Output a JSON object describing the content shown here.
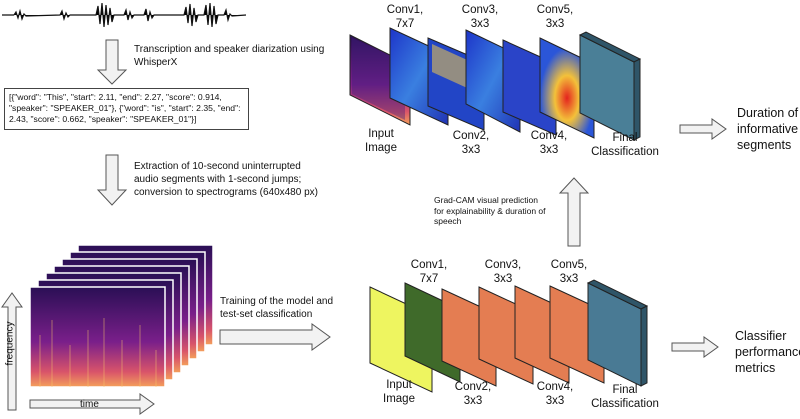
{
  "step1": {
    "text": "Transcription and speaker diarization using WhisperX"
  },
  "json_example": {
    "line1": "[{\"word\": \"This\", \"start\": 2.11, \"end\": 2.27, \"score\": 0.914,",
    "line2": "\"speaker\": \"SPEAKER_01\"}, {\"word\": \"is\", \"start\": 2.35, \"end\":",
    "line3": "2.43, \"score\": 0.662, \"speaker\": \"SPEAKER_01\"}]"
  },
  "step2": {
    "line1": "Extraction of 10-second uninterrupted",
    "line2": "audio segments with 1-second jumps;",
    "line3": "conversion to spectrograms (640x480 px)"
  },
  "spectrogram_axes": {
    "y": "frequency",
    "x": "time"
  },
  "step3": {
    "line1": "Training of the model and",
    "line2": "test-set classification"
  },
  "gradcam": {
    "line1": "Grad-CAM visual prediction",
    "line2": "for explainability & duration of",
    "line3": "speech"
  },
  "top_network": {
    "conv1": {
      "l1": "Conv1,",
      "l2": "7x7"
    },
    "conv3": {
      "l1": "Conv3,",
      "l2": "3x3"
    },
    "conv5": {
      "l1": "Conv5,",
      "l2": "3x3"
    },
    "input": {
      "l1": "Input",
      "l2": "Image"
    },
    "conv2": {
      "l1": "Conv2,",
      "l2": "3x3"
    },
    "conv4": {
      "l1": "Conv4,",
      "l2": "3x3"
    },
    "final": {
      "l1": "Final",
      "l2": "Classification"
    }
  },
  "bottom_network": {
    "conv1": {
      "l1": "Conv1,",
      "l2": "7x7"
    },
    "conv3": {
      "l1": "Conv3,",
      "l2": "3x3"
    },
    "conv5": {
      "l1": "Conv5,",
      "l2": "3x3"
    },
    "input": {
      "l1": "Input",
      "l2": "Image"
    },
    "conv2": {
      "l1": "Conv2,",
      "l2": "3x3"
    },
    "conv4": {
      "l1": "Conv4,",
      "l2": "3x3"
    },
    "final": {
      "l1": "Final",
      "l2": "Classification"
    }
  },
  "output_top": {
    "l1": "Duration of",
    "l2": "informative",
    "l3": "segments"
  },
  "output_bottom": {
    "l1": "Classifier",
    "l2": "performance",
    "l3": "metrics"
  },
  "colors": {
    "input_yellow": "#eef560",
    "green": "#3f6a2a",
    "orange": "#e47d52",
    "teal": "#497a94",
    "arrow_fill": "#f2f2f2"
  }
}
